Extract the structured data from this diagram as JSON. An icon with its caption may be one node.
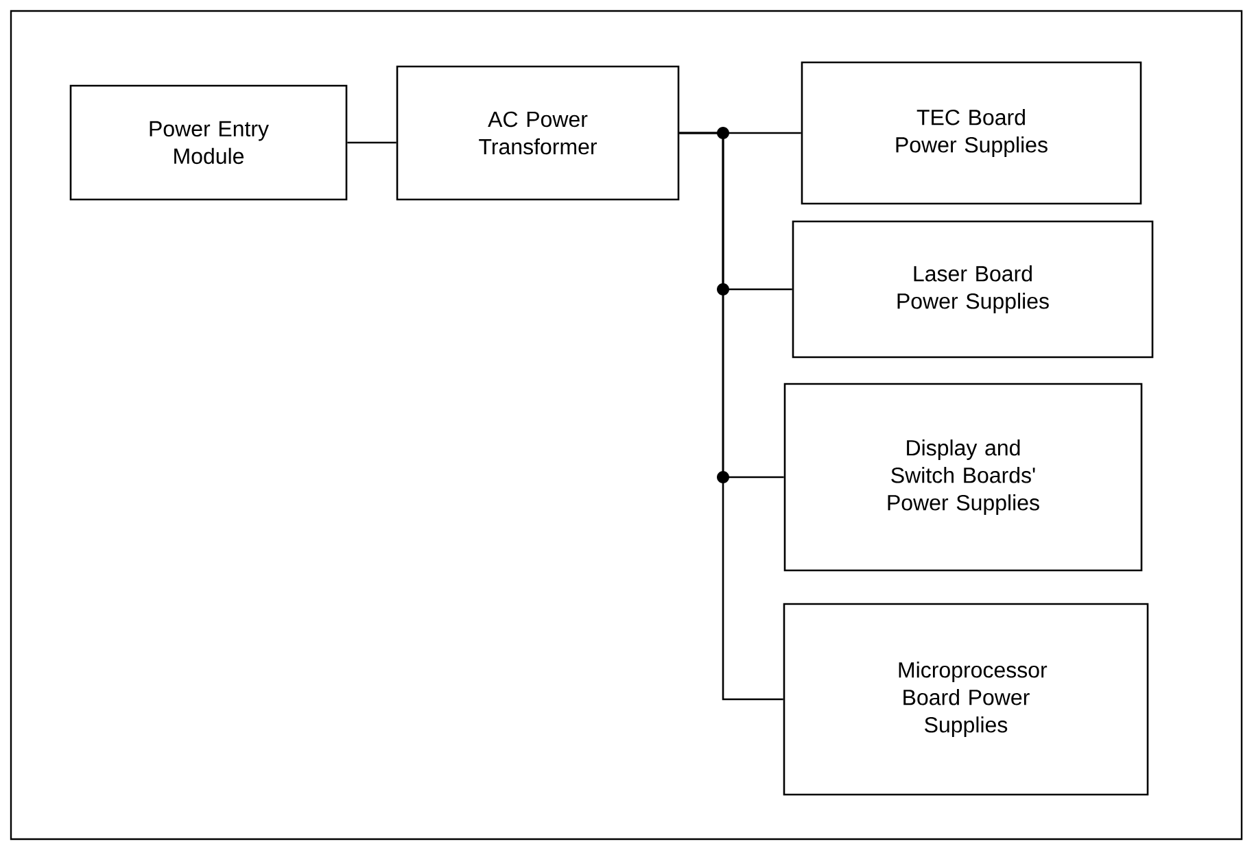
{
  "diagram": {
    "nodes": [
      {
        "text": [
          "Power Entry Module"
        ]
      },
      {
        "text": [
          "AC Power Transformer"
        ]
      },
      {
        "text": [
          "TEC Board Power Supplies"
        ]
      },
      {
        "text": [
          "Laser Board Power Supplies"
        ]
      },
      {
        "text": [
          "Display and Switch Boards' Power Supplies"
        ]
      },
      {
        "text": [
          "Microprocessor Board Power Supplies"
        ]
      }
    ],
    "edges": [
      {
        "from": 0,
        "to": 1,
        "arrow": "none"
      },
      {
        "from": 1,
        "to": 2,
        "arrow": "none"
      },
      {
        "from": 1,
        "to": 3,
        "arrow": "none"
      },
      {
        "from": 1,
        "to": 4,
        "arrow": "none"
      },
      {
        "from": 1,
        "to": 5,
        "arrow": "none"
      }
    ]
  }
}
